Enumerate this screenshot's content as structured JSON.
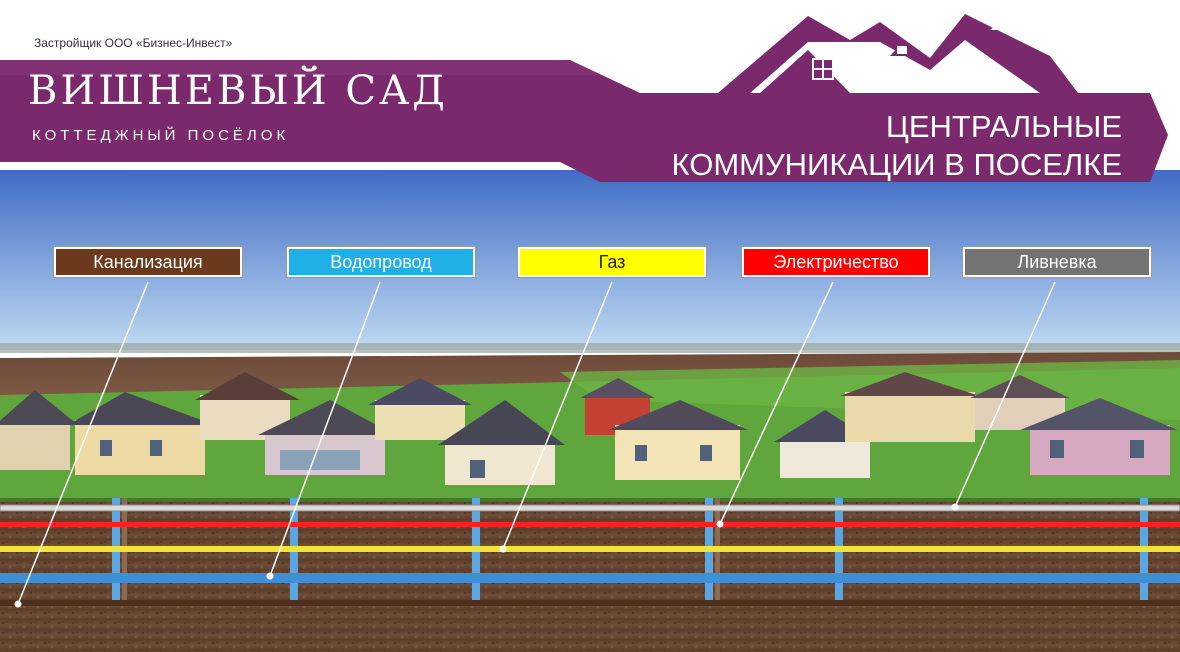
{
  "developer": "Застройщик ООО «Бизнес-Инвест»",
  "brand": {
    "title": "ВИШНЕВЫЙ САД",
    "subtitle": "КОТТЕДЖНЫЙ ПОСЁЛОК"
  },
  "headline": {
    "line1": "ЦЕНТРАЛЬНЫЕ",
    "line2": "КОММУНИКАЦИИ В ПОСЕЛКЕ"
  },
  "colors": {
    "brand_purple": "#7a2a6c",
    "sky_top": "#4a73c7",
    "sky_bottom": "#b4d2ef",
    "grass": "#5ea53c",
    "soil": "#6a4a34"
  },
  "utilities": [
    {
      "label": "Канализация",
      "color": "#6b3a1c",
      "text_color": "#ffffff"
    },
    {
      "label": "Водопровод",
      "color": "#1fb0e6",
      "text_color": "#ffffff"
    },
    {
      "label": "Газ",
      "color": "#ffff00",
      "text_color": "#222222"
    },
    {
      "label": "Электричество",
      "color": "#ff0000",
      "text_color": "#ffffff"
    },
    {
      "label": "Ливневка",
      "color": "#737373",
      "text_color": "#ffffff"
    }
  ]
}
